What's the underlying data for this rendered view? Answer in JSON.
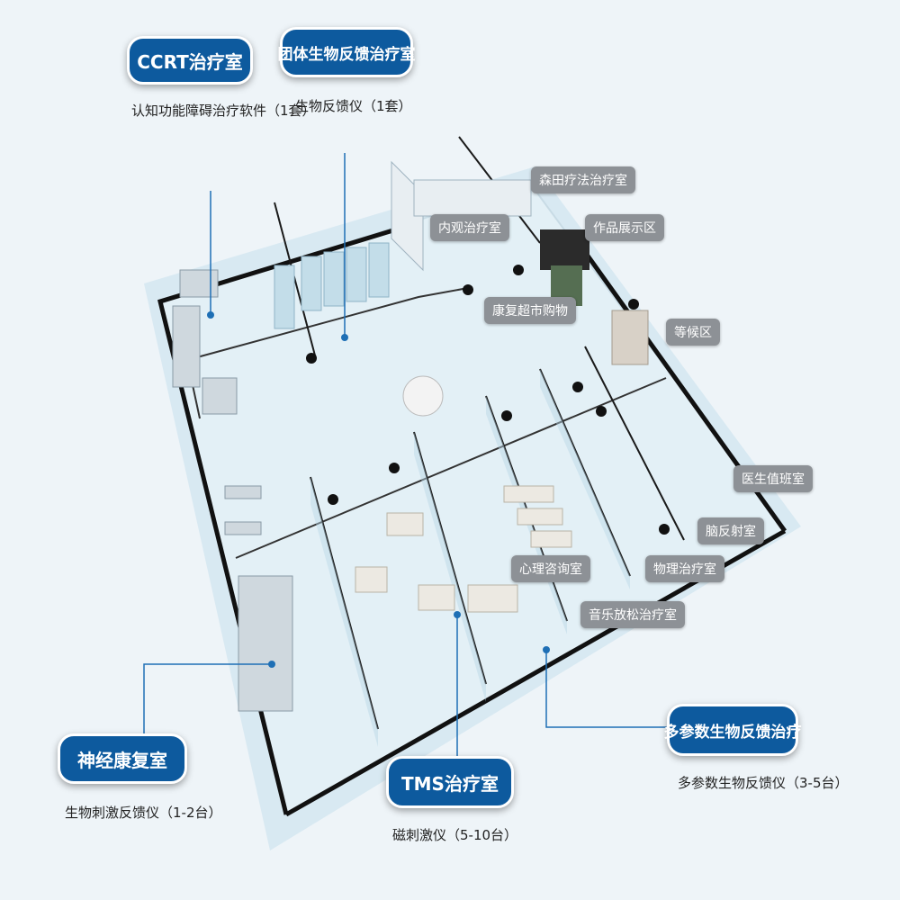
{
  "callouts": [
    {
      "title": "CCRT治疗室",
      "subtitle": "认知功能障碍治疗软件（1套）"
    },
    {
      "title": "团体生物反馈治疗室",
      "subtitle": "生物反馈仪（1套）"
    },
    {
      "title": "神经康复室",
      "subtitle": "生物刺激反馈仪（1-2台）"
    },
    {
      "title": "TMS治疗室",
      "subtitle": "磁刺激仪（5-10台）"
    },
    {
      "title": "多参数生物反馈治疗",
      "subtitle": "多参数生物反馈仪（3-5台）"
    }
  ],
  "room_tags": [
    "森田疗法治疗室",
    "内观治疗室",
    "作品展示区",
    "康复超市购物",
    "等候区",
    "医生值班室",
    "脑反射室",
    "心理咨询室",
    "物理治疗室",
    "音乐放松治疗室"
  ],
  "colors": {
    "callout_bg": "#0d5a9e",
    "tag_bg": "#8d9196",
    "floor": "#d7e8f1",
    "wall": "#111111",
    "glass": "#b9d6e6"
  }
}
